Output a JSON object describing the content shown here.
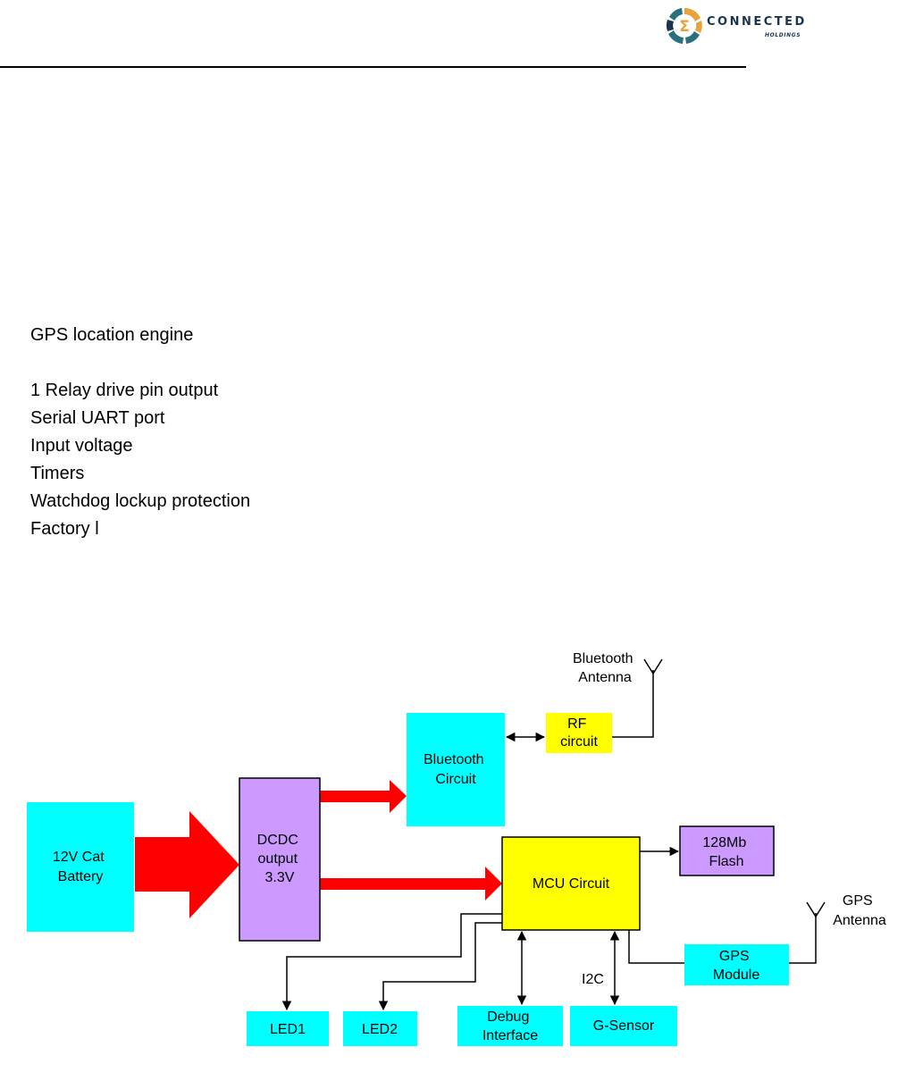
{
  "header": {
    "logo_word": "CONNECTED",
    "logo_sub": "HOLDINGS",
    "logo_colors": [
      "#e7a33a",
      "#2a6f7c",
      "#1a3550"
    ]
  },
  "features": [
    "GPS location engine",
    "1 Relay drive pin output",
    "Serial UART port",
    "Input voltage",
    "Timers",
    "Watchdog lockup protection",
    "Factory l"
  ],
  "diagram": {
    "blocks": {
      "battery": [
        "12V Cat",
        "Battery"
      ],
      "dcdc": [
        "DCDC",
        "output",
        "3.3V"
      ],
      "bluetooth_circuit": [
        "Bluetooth",
        "Circuit"
      ],
      "rf_circuit": [
        "RF",
        "circuit"
      ],
      "mcu": [
        "MCU Circuit"
      ],
      "flash": [
        "128Mb",
        "Flash"
      ],
      "gps_module": [
        "GPS",
        "Module"
      ],
      "led1": [
        "LED1"
      ],
      "led2": [
        "LED2"
      ],
      "debug": [
        "Debug",
        "Interface"
      ],
      "gsensor": [
        "G-Sensor"
      ]
    },
    "labels": {
      "bt_antenna": [
        "Bluetooth",
        "Antenna"
      ],
      "gps_antenna": [
        "GPS",
        "Antenna"
      ],
      "i2c": "I2C"
    },
    "colors": {
      "cyan": "#00ffff",
      "purple": "#cc99ff",
      "yellow": "#ffff00",
      "red": "#ff0000"
    }
  }
}
